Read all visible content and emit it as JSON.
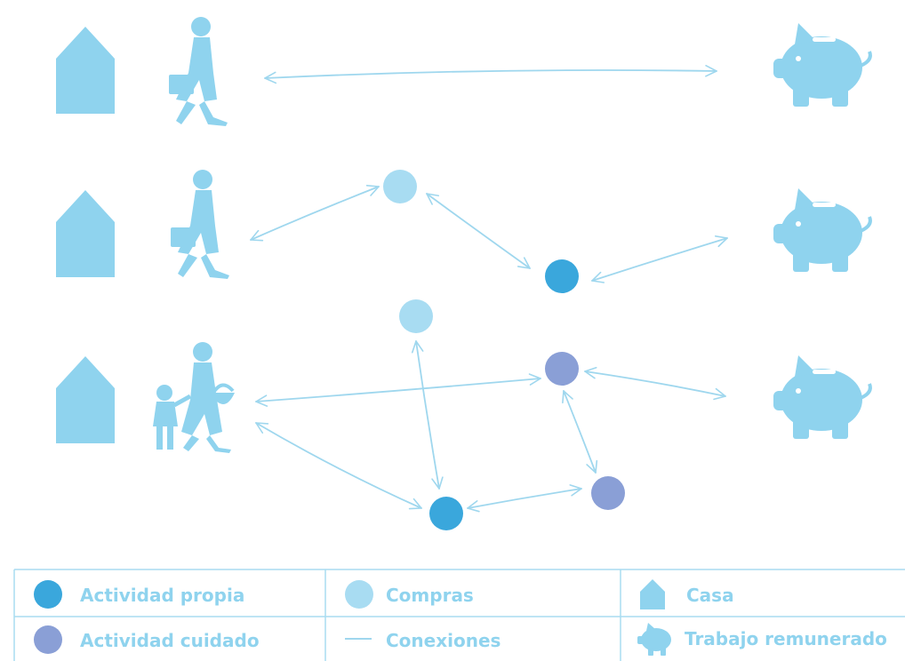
{
  "colors": {
    "icon": "#8fd3ee",
    "arrow": "#9fd7ee",
    "own_activity": "#3aa7dc",
    "care_activity": "#8a9fd6",
    "shopping": "#a8dcf2",
    "legend_border": "#a9dcf1",
    "legend_text": "#8fd3ee"
  },
  "rows": [
    {
      "house_icon": "house-icon",
      "person_icon": "walking-woman-with-briefcase-icon",
      "work_icon": "piggy-bank-icon"
    },
    {
      "house_icon": "house-icon",
      "person_icon": "walking-woman-with-briefcase-icon",
      "work_icon": "piggy-bank-icon"
    },
    {
      "house_icon": "house-icon",
      "person_icon": "woman-with-child-and-basket-icon",
      "work_icon": "piggy-bank-icon"
    }
  ],
  "legend": {
    "own_activity": "Actividad propia",
    "shopping": "Compras",
    "house": "Casa",
    "care_activity": "Actividad cuidado",
    "connections": "Conexiones",
    "paid_work": "Trabajo remunerado"
  }
}
